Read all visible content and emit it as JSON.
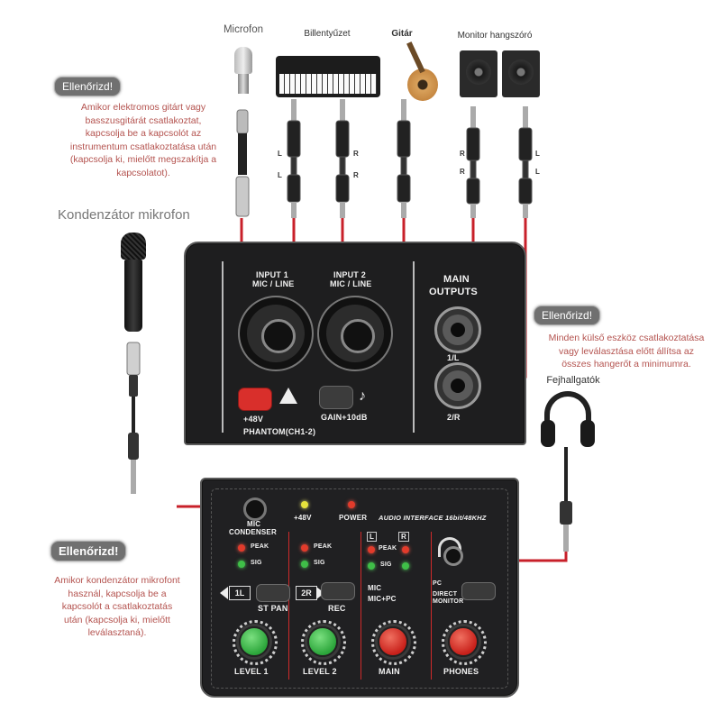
{
  "top_labels": {
    "mikrofon": "Microfon",
    "billentyuzet": "Billentyűzet",
    "gitar": "Gitár",
    "monitor": "Monitor hangszóró",
    "fejhallgatok": "Fejhallgatók",
    "kondenzator": "Kondenzátor mikrofon"
  },
  "plug_labels": {
    "l": "L",
    "r": "R"
  },
  "warnings": [
    {
      "title": "Ellenőrizd!",
      "lines": [
        "Amikor elektromos gitárt vagy",
        "basszusgitárát csatlakoztat,",
        "kapcsolja be a kapcsolót az",
        "instrumentum csatlakoztatása után",
        "(kapcsolja ki, mielőtt megszakítja a",
        "kapcsolatot)."
      ]
    },
    {
      "title": "Ellenőrizd!",
      "lines": [
        "Minden külső eszköz csatlakoztatása",
        "vagy leválasztása előtt állítsa az",
        "összes hangerőt a minimumra."
      ]
    },
    {
      "title": "Ellenőrizd!",
      "lines": [
        "Amikor kondenzátor mikrofont",
        "használ, kapcsolja be a",
        "kapcsolót a csatlakoztatás",
        "után (kapcsolja ki, mielőtt",
        "leválasztaná)."
      ]
    }
  ],
  "device": {
    "input1": "INPUT 1",
    "input1_sub": "MIC / LINE",
    "input2": "INPUT 2",
    "input2_sub": "MIC / LINE",
    "main_outputs_1": "MAIN",
    "main_outputs_2": "OUTPUTS",
    "out_1l": "1/L",
    "out_2r": "2/R",
    "phantom_48v": "+48V",
    "phantom_label": "PHANTOM(CH1-2)",
    "gain_label": "GAIN+10dB",
    "mic_label": "MIC",
    "condenser_label": "CONDENSER",
    "led_48v": "+48V",
    "led_power": "POWER",
    "model_label": "AUDIO INTERFACE 16bit/48KHZ",
    "peak": "PEAK",
    "sig": "SIG",
    "meter_l": "L",
    "meter_r": "R",
    "tag_1l": "1L",
    "tag_2r": "2R",
    "st_pan": "ST PAN",
    "rec": "REC",
    "rec_mic": "MIC",
    "rec_mic_pc": "MIC+PC",
    "monitor_pc": "PC",
    "direct_monitor_1": "DIRECT",
    "direct_monitor_2": "MONITOR",
    "knob_level1": "LEVEL 1",
    "knob_level2": "LEVEL 2",
    "knob_main": "MAIN",
    "knob_phones": "PHONES"
  },
  "colors": {
    "cable_red": "#c8202a",
    "panel": "#1e1e1f",
    "note_text": "#b4534f",
    "pill": "#707070"
  }
}
